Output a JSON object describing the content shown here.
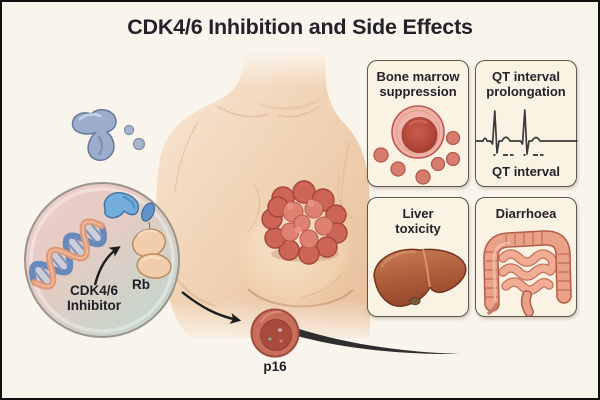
{
  "title": "CDK4/6 Inhibition and Side Effects",
  "mechanism": {
    "inhibitor_label": "CDK4/6\nInhibitor",
    "rb_label": "Rb",
    "p16_label": "p16",
    "icons": [
      "drug-molecule-icon",
      "dna-icon",
      "cdk-kinase-icon",
      "inhibitor-molecule-icon",
      "rb-protein-icon",
      "p16-cell-icon",
      "breast-tumor-icon"
    ]
  },
  "side_effect_panels": [
    {
      "title": "Bone marrow suppression",
      "icon": "blood-cell-icon"
    },
    {
      "title": "QT interval prolongation",
      "icon": "ecg-trace-icon",
      "sublabel": "QT interval"
    },
    {
      "title": "Liver toxicity",
      "icon": "liver-icon"
    },
    {
      "title": "Diarrhoea",
      "icon": "intestines-icon"
    }
  ],
  "colors": {
    "background": "#faf5ec",
    "panel_background": "#faf2e3",
    "panel_border": "#5f564c",
    "title_text": "#232129",
    "ecg_line": "#3a3a3a",
    "skin": "#f0d2b4",
    "tumor": "#cd6557",
    "cell_pink": "#eececa",
    "cell_teal": "#bed8cd",
    "rb_protein": "#f1cdab",
    "kinase_blue": "#72aed9",
    "p16_cell": "#ca6e5c",
    "liver": "#b2603d",
    "intestine": "#e9a287"
  }
}
